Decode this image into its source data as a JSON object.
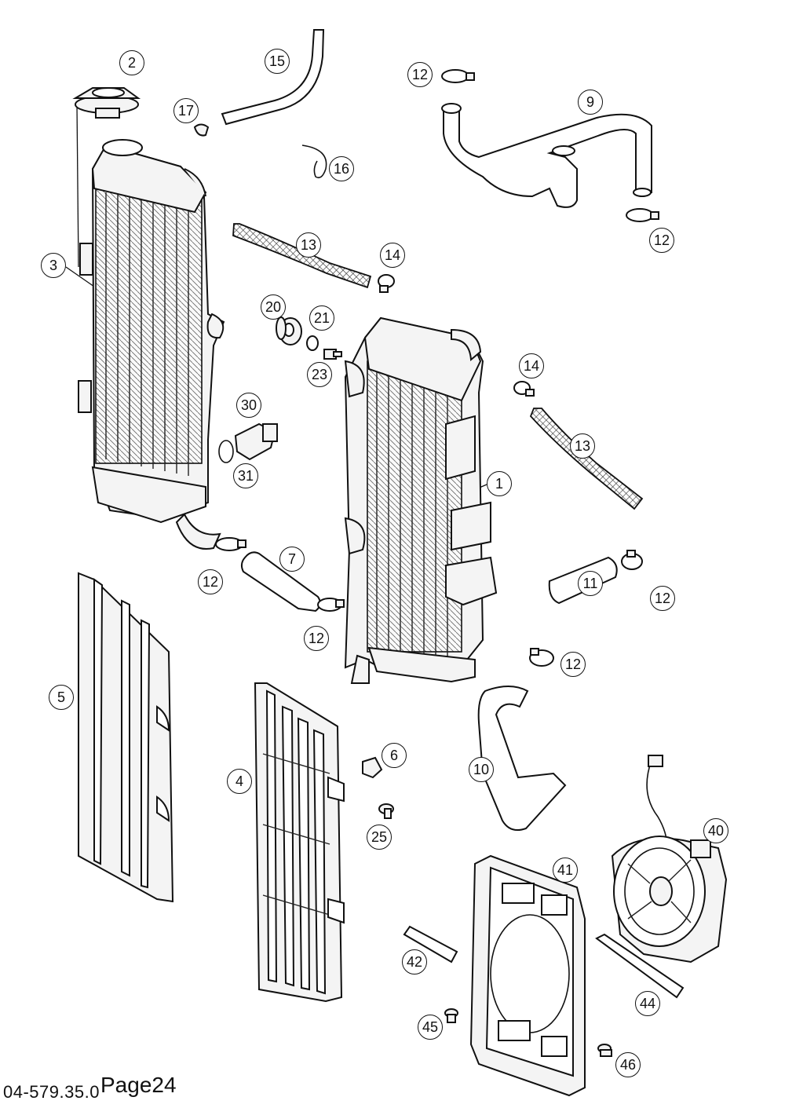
{
  "page": {
    "label": "Page24",
    "code": "04-579.35.0"
  },
  "callouts": [
    {
      "id": "c2",
      "text": "2"
    },
    {
      "id": "c15",
      "text": "15"
    },
    {
      "id": "c12a",
      "text": "12"
    },
    {
      "id": "c9",
      "text": "9"
    },
    {
      "id": "c17",
      "text": "17"
    },
    {
      "id": "c16",
      "text": "16"
    },
    {
      "id": "c12b",
      "text": "12"
    },
    {
      "id": "c3",
      "text": "3"
    },
    {
      "id": "c13a",
      "text": "13"
    },
    {
      "id": "c14a",
      "text": "14"
    },
    {
      "id": "c20",
      "text": "20"
    },
    {
      "id": "c21",
      "text": "21"
    },
    {
      "id": "c23",
      "text": "23"
    },
    {
      "id": "c14b",
      "text": "14"
    },
    {
      "id": "c30",
      "text": "30"
    },
    {
      "id": "c13b",
      "text": "13"
    },
    {
      "id": "c31",
      "text": "31"
    },
    {
      "id": "c1",
      "text": "1"
    },
    {
      "id": "c7",
      "text": "7"
    },
    {
      "id": "c12c",
      "text": "12"
    },
    {
      "id": "c12d",
      "text": "12"
    },
    {
      "id": "c11",
      "text": "11"
    },
    {
      "id": "c12e",
      "text": "12"
    },
    {
      "id": "c12f",
      "text": "12"
    },
    {
      "id": "c5",
      "text": "5"
    },
    {
      "id": "c6",
      "text": "6"
    },
    {
      "id": "c10",
      "text": "10"
    },
    {
      "id": "c4",
      "text": "4"
    },
    {
      "id": "c25",
      "text": "25"
    },
    {
      "id": "c40",
      "text": "40"
    },
    {
      "id": "c41",
      "text": "41"
    },
    {
      "id": "c42",
      "text": "42"
    },
    {
      "id": "c44",
      "text": "44"
    },
    {
      "id": "c45",
      "text": "45"
    },
    {
      "id": "c46",
      "text": "46"
    }
  ]
}
